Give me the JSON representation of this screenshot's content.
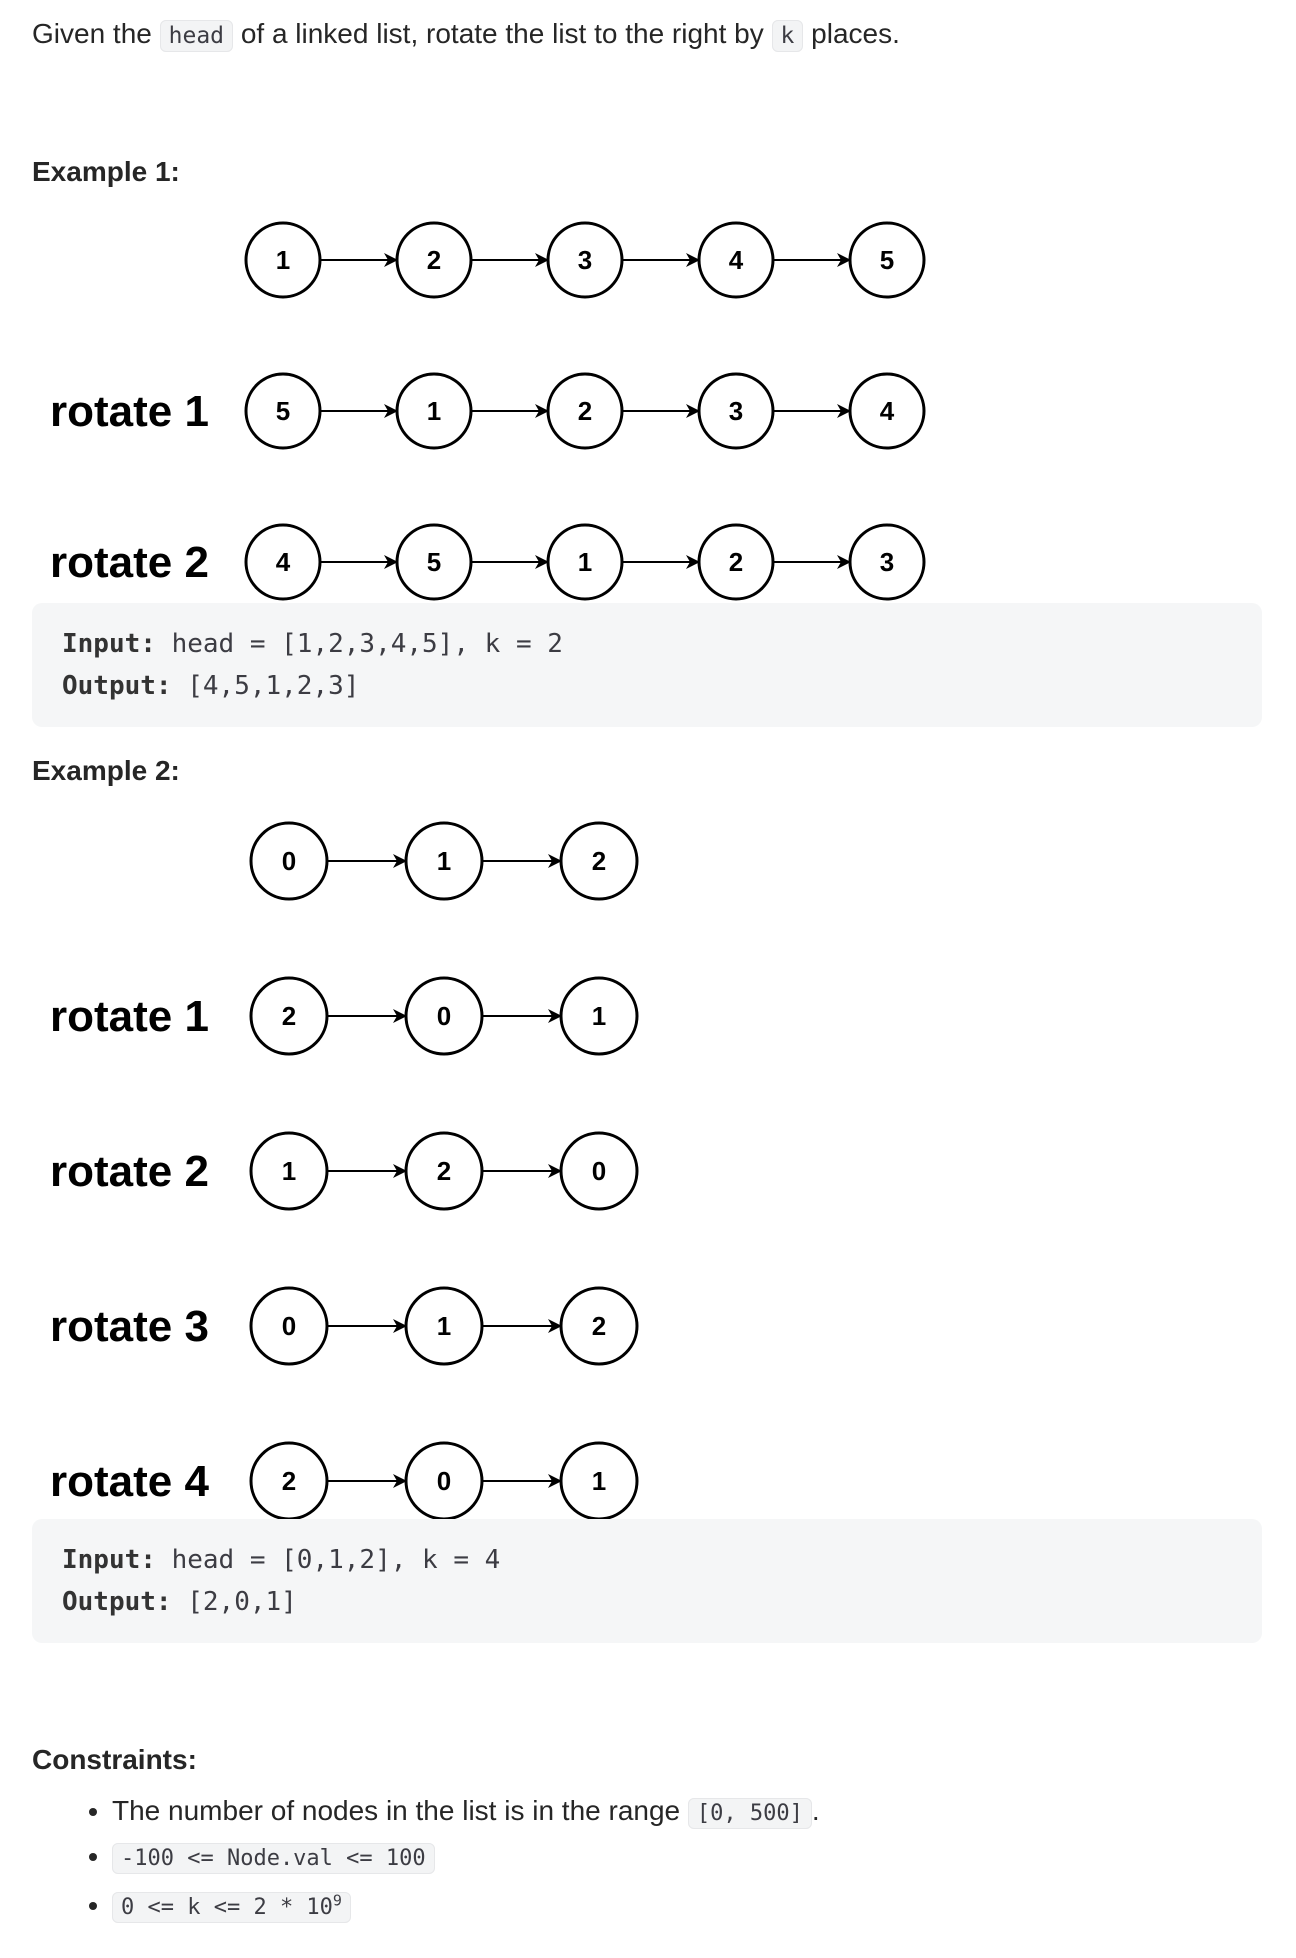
{
  "intro": {
    "text_1": "Given the",
    "code_head": "head",
    "text_2": "of a linked list, rotate the list to the right by",
    "code_k": "k",
    "text_3": "places."
  },
  "example1": {
    "heading": "Example 1:",
    "rows": [
      {
        "label": "",
        "nodes": [
          "1",
          "2",
          "3",
          "4",
          "5"
        ]
      },
      {
        "label": "rotate 1",
        "nodes": [
          "5",
          "1",
          "2",
          "3",
          "4"
        ]
      },
      {
        "label": "rotate 2",
        "nodes": [
          "4",
          "5",
          "1",
          "2",
          "3"
        ]
      }
    ],
    "input_label": "Input:",
    "input_value": " head = [1,2,3,4,5], k = 2",
    "output_label": "Output:",
    "output_value": " [4,5,1,2,3]"
  },
  "example2": {
    "heading": "Example 2:",
    "rows": [
      {
        "label": "",
        "nodes": [
          "0",
          "1",
          "2"
        ]
      },
      {
        "label": "rotate 1",
        "nodes": [
          "2",
          "0",
          "1"
        ]
      },
      {
        "label": "rotate 2",
        "nodes": [
          "1",
          "2",
          "0"
        ]
      },
      {
        "label": "rotate 3",
        "nodes": [
          "0",
          "1",
          "2"
        ]
      },
      {
        "label": "rotate 4",
        "nodes": [
          "2",
          "0",
          "1"
        ]
      }
    ],
    "input_label": "Input:",
    "input_value": " head = [0,1,2], k = 4",
    "output_label": "Output:",
    "output_value": " [2,0,1]"
  },
  "constraints": {
    "heading": "Constraints:",
    "item1_text": "The number of nodes in the list is in the range",
    "item1_code": "[0, 500]",
    "item1_end": ".",
    "item2_code": "-100 <= Node.val <= 100",
    "item3_code": "0 <= k <= 2 * 10",
    "item3_sup": "9"
  }
}
